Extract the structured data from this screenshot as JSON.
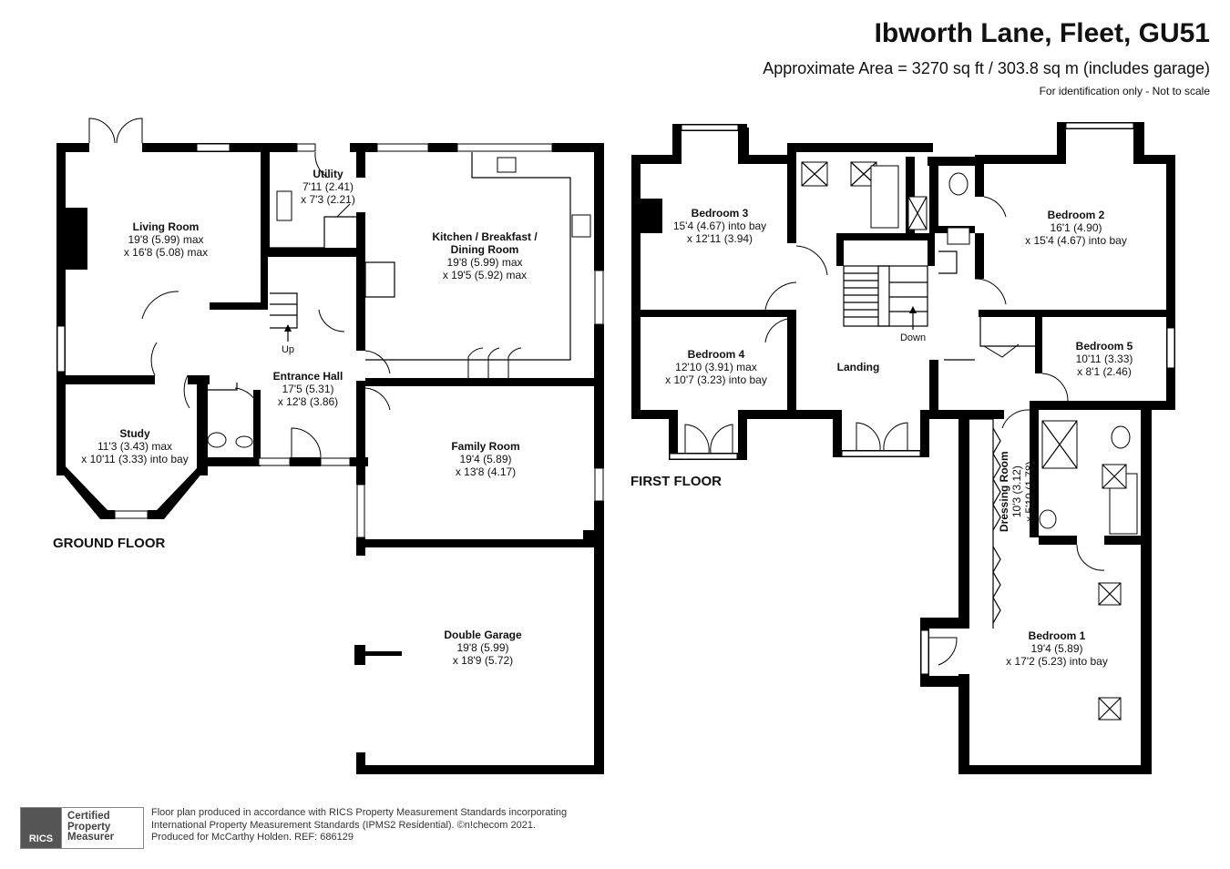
{
  "header": {
    "title": "Ibworth Lane, Fleet, GU51",
    "area": "Approximate Area = 3270 sq ft / 303.8 sq m (includes garage)",
    "note": "For identification only - Not to scale"
  },
  "floors": {
    "ground": "GROUND FLOOR",
    "first": "FIRST FLOOR"
  },
  "rooms": {
    "living": {
      "name": "Living Room",
      "l1": "19'8 (5.99) max",
      "l2": "x 16'8 (5.08) max"
    },
    "utility": {
      "name": "Utility",
      "l1": "7'11 (2.41)",
      "l2": "x 7'3 (2.21)"
    },
    "kitchen": {
      "name": "Kitchen / Breakfast /",
      "name2": "Dining Room",
      "l1": "19'8 (5.99) max",
      "l2": "x 19'5 (5.92) max"
    },
    "hall": {
      "name": "Entrance Hall",
      "l1": "17'5 (5.31)",
      "l2": "x 12'8 (3.86)"
    },
    "study": {
      "name": "Study",
      "l1": "11'3 (3.43) max",
      "l2": "x 10'11 (3.33) into bay"
    },
    "family": {
      "name": "Family Room",
      "l1": "19'4 (5.89)",
      "l2": "x 13'8 (4.17)"
    },
    "garage": {
      "name": "Double Garage",
      "l1": "19'8 (5.99)",
      "l2": "x 18'9 (5.72)"
    },
    "bed3": {
      "name": "Bedroom 3",
      "l1": "15'4 (4.67) into bay",
      "l2": "x 12'11 (3.94)"
    },
    "bed2": {
      "name": "Bedroom 2",
      "l1": "16'1 (4.90)",
      "l2": "x 15'4 (4.67) into bay"
    },
    "bed4": {
      "name": "Bedroom 4",
      "l1": "12'10 (3.91) max",
      "l2": "x 10'7 (3.23) into bay"
    },
    "landing": {
      "name": "Landing"
    },
    "bed5": {
      "name": "Bedroom 5",
      "l1": "10'11 (3.33)",
      "l2": "x 8'1 (2.46)"
    },
    "dressing": {
      "name": "Dressing Room",
      "l1": "10'3 (3.12)",
      "l2": "x 5'10 (1.78)"
    },
    "bed1": {
      "name": "Bedroom 1",
      "l1": "19'4 (5.89)",
      "l2": "x 17'2 (5.23) into bay"
    }
  },
  "stairs": {
    "up": "Up",
    "down": "Down"
  },
  "footer": {
    "line1": "Floor plan produced in accordance with RICS Property Measurement Standards incorporating",
    "line2": "International Property Measurement Standards (IPMS2 Residential).  ©n!checom 2021.",
    "line3": "Produced for McCarthy Holden.   REF:  686129",
    "badge_logo": "RICS",
    "badge_l1": "Certified",
    "badge_l2": "Property",
    "badge_l3": "Measurer"
  }
}
